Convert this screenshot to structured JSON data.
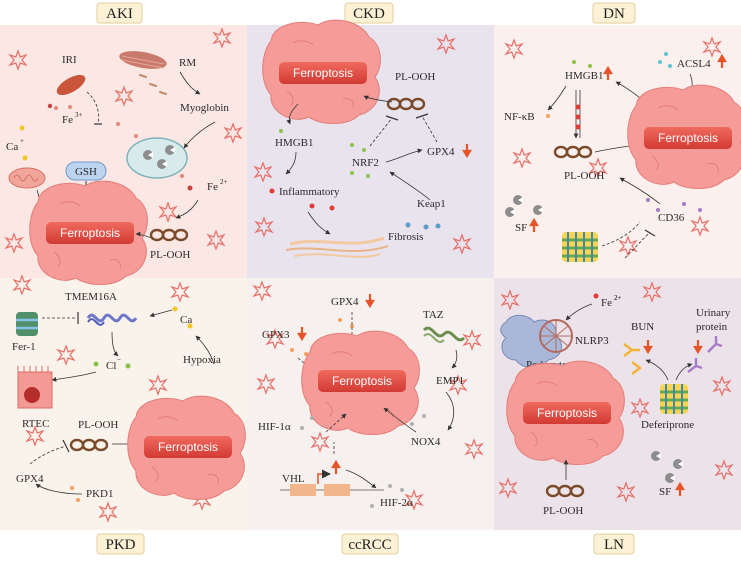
{
  "panels": {
    "aki": {
      "title": "AKI",
      "labels": {
        "iri": "IRI",
        "rm": "RM",
        "myoglobin": "Myoglobin",
        "ca": "Ca",
        "fe3": "Fe",
        "gsh": "GSH",
        "fe2": "Fe",
        "ferro": "Ferroptosis",
        "plooh": "PL-OOH"
      }
    },
    "ckd": {
      "title": "CKD",
      "labels": {
        "ferro": "Ferroptosis",
        "plooh": "PL-OOH",
        "hmgb1": "HMGB1",
        "nrf2": "NRF2",
        "gpx4": "GPX4",
        "inflam": "Inflammatory",
        "keap1": "Keap1",
        "fibrosis": "Fibrosis"
      }
    },
    "dn": {
      "title": "DN",
      "labels": {
        "hmgb1": "HMGB1",
        "acsl4": "ACSL4",
        "nfkb": "NF-κB",
        "plooh": "PL-OOH",
        "ferro": "Ferroptosis",
        "sf": "SF",
        "cd36": "CD36"
      }
    },
    "pkd": {
      "title": "PKD",
      "labels": {
        "tmem": "TMEM16A",
        "fer1": "Fer-1",
        "ca": "Ca",
        "cl": "Cl",
        "hypoxia": "Hypoxia",
        "rtec": "RTEC",
        "plooh": "PL-OOH",
        "ferro": "Ferroptosis",
        "gpx4": "GPX4",
        "pkd1": "PKD1"
      }
    },
    "ccrcc": {
      "title": "ccRCC",
      "labels": {
        "gpx4": "GPX4",
        "gpx3": "GPX3",
        "taz": "TAZ",
        "ferro": "Ferroptosis",
        "emp1": "EMP1",
        "hif1": "HIF-1α",
        "nox4": "NOX4",
        "vhl": "VHL",
        "hif2": "HIF-2α"
      }
    },
    "ln": {
      "title": "LN",
      "labels": {
        "fe2": "Fe",
        "nlrp3": "NLRP3",
        "podocyte": "Podocyte",
        "bun": "BUN",
        "urinary": "Urinary",
        "protein": "protein",
        "ferro": "Ferroptosis",
        "deferiprone": "Deferiprone",
        "sf": "SF",
        "plooh": "PL-OOH"
      }
    }
  },
  "colors": {
    "aki_bg": "#fbe8e4",
    "ckd_bg": "#e9e3ee",
    "dn_bg": "#fbf0ee",
    "pkd_bg": "#faf3ec",
    "ccrcc_bg": "#f6f0ef",
    "ln_bg": "#ece3ea",
    "tag_fill": "#fdf2d6",
    "tag_stroke": "#e3cf9b",
    "ferro_band": "#e0473f",
    "cell": "#f59b98",
    "up_arrow": "#e8542a"
  }
}
